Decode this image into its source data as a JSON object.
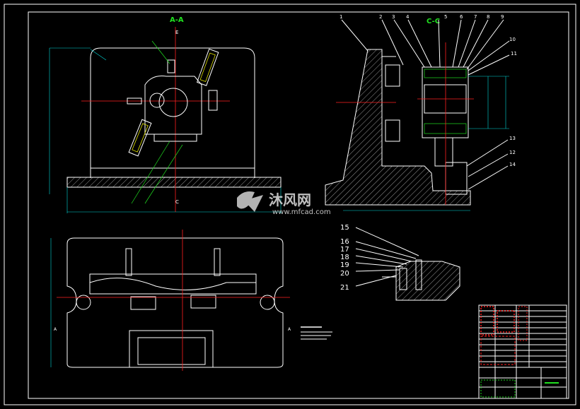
{
  "section_labels": {
    "aa": "A-A",
    "cc": "C-C"
  },
  "part_numbers": {
    "top": [
      "1",
      "2",
      "3",
      "4",
      "5",
      "6",
      "7",
      "8",
      "9",
      "10",
      "11"
    ],
    "side": [
      "13",
      "12",
      "14"
    ],
    "detail": [
      "15",
      "16",
      "17",
      "18",
      "19",
      "20",
      "21"
    ]
  },
  "watermark": {
    "brand": "沐风网",
    "url": "www.mfcad.com"
  },
  "colors": {
    "background": "#000000",
    "line": "#ffffff",
    "center": "#ff2020",
    "dim": "#00d8d8",
    "part": "#20e020"
  }
}
